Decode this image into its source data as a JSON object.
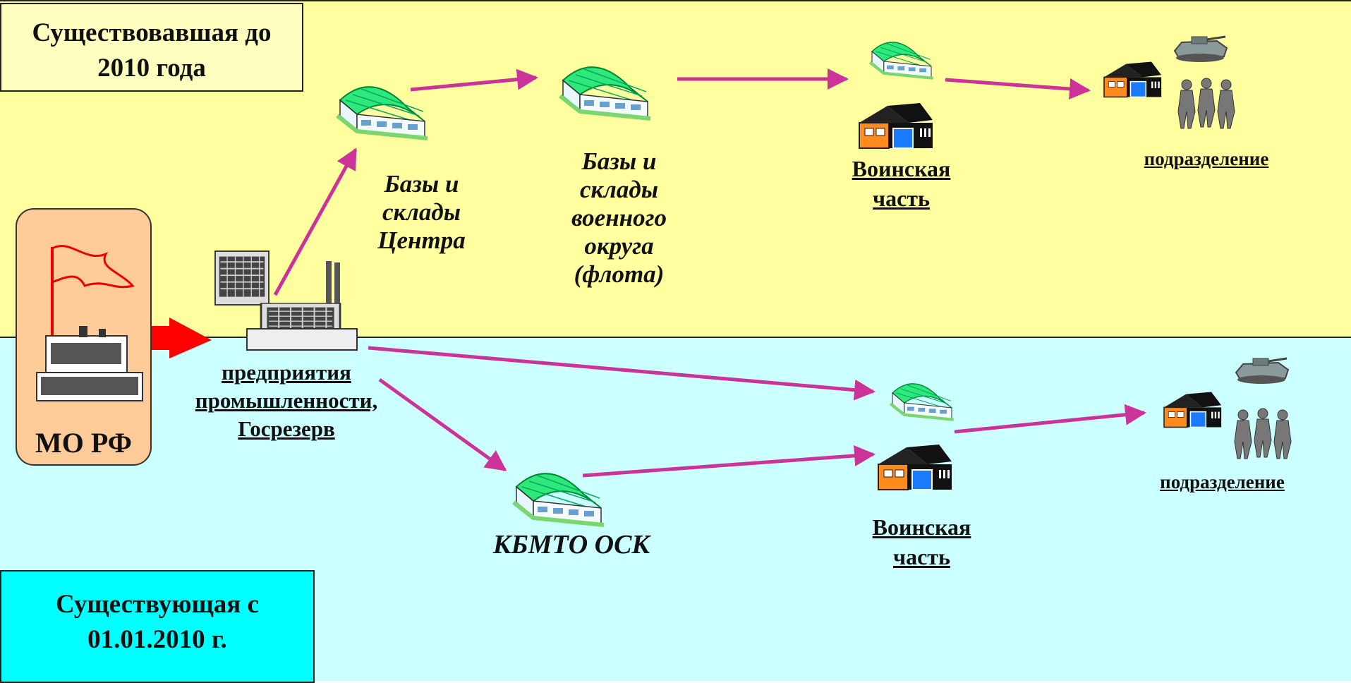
{
  "legend_old": {
    "line1": "Существовавшая до",
    "line2": "2010 года"
  },
  "legend_new": {
    "line1": "Существующая с",
    "line2": "01.01.2010 г."
  },
  "mo_label": "МО РФ",
  "industry_label": {
    "line1": "предприятия",
    "line2": "промышленности,",
    "line3": "Госрезерв"
  },
  "center_bases_label": {
    "line1": "Базы и",
    "line2": "склады",
    "line3": "Центра"
  },
  "district_bases_label": {
    "line1": "Базы и",
    "line2": "склады",
    "line3": "военного",
    "line4": "округа",
    "line5": "(флота)"
  },
  "unit_top_label": {
    "line1": "Воинская",
    "line2": "часть"
  },
  "unit_bottom_label": {
    "line1": "Воинская",
    "line2": "часть"
  },
  "subdivision_top_label": "подразделение",
  "subdivision_bottom_label": "подразделение",
  "kbmto_label": "КБМТО ОСК",
  "colors": {
    "arrow": "#cc3399",
    "top_band": "#ffffa0",
    "bottom_band": "#ccffff",
    "red_arrow": "#ff0000"
  }
}
